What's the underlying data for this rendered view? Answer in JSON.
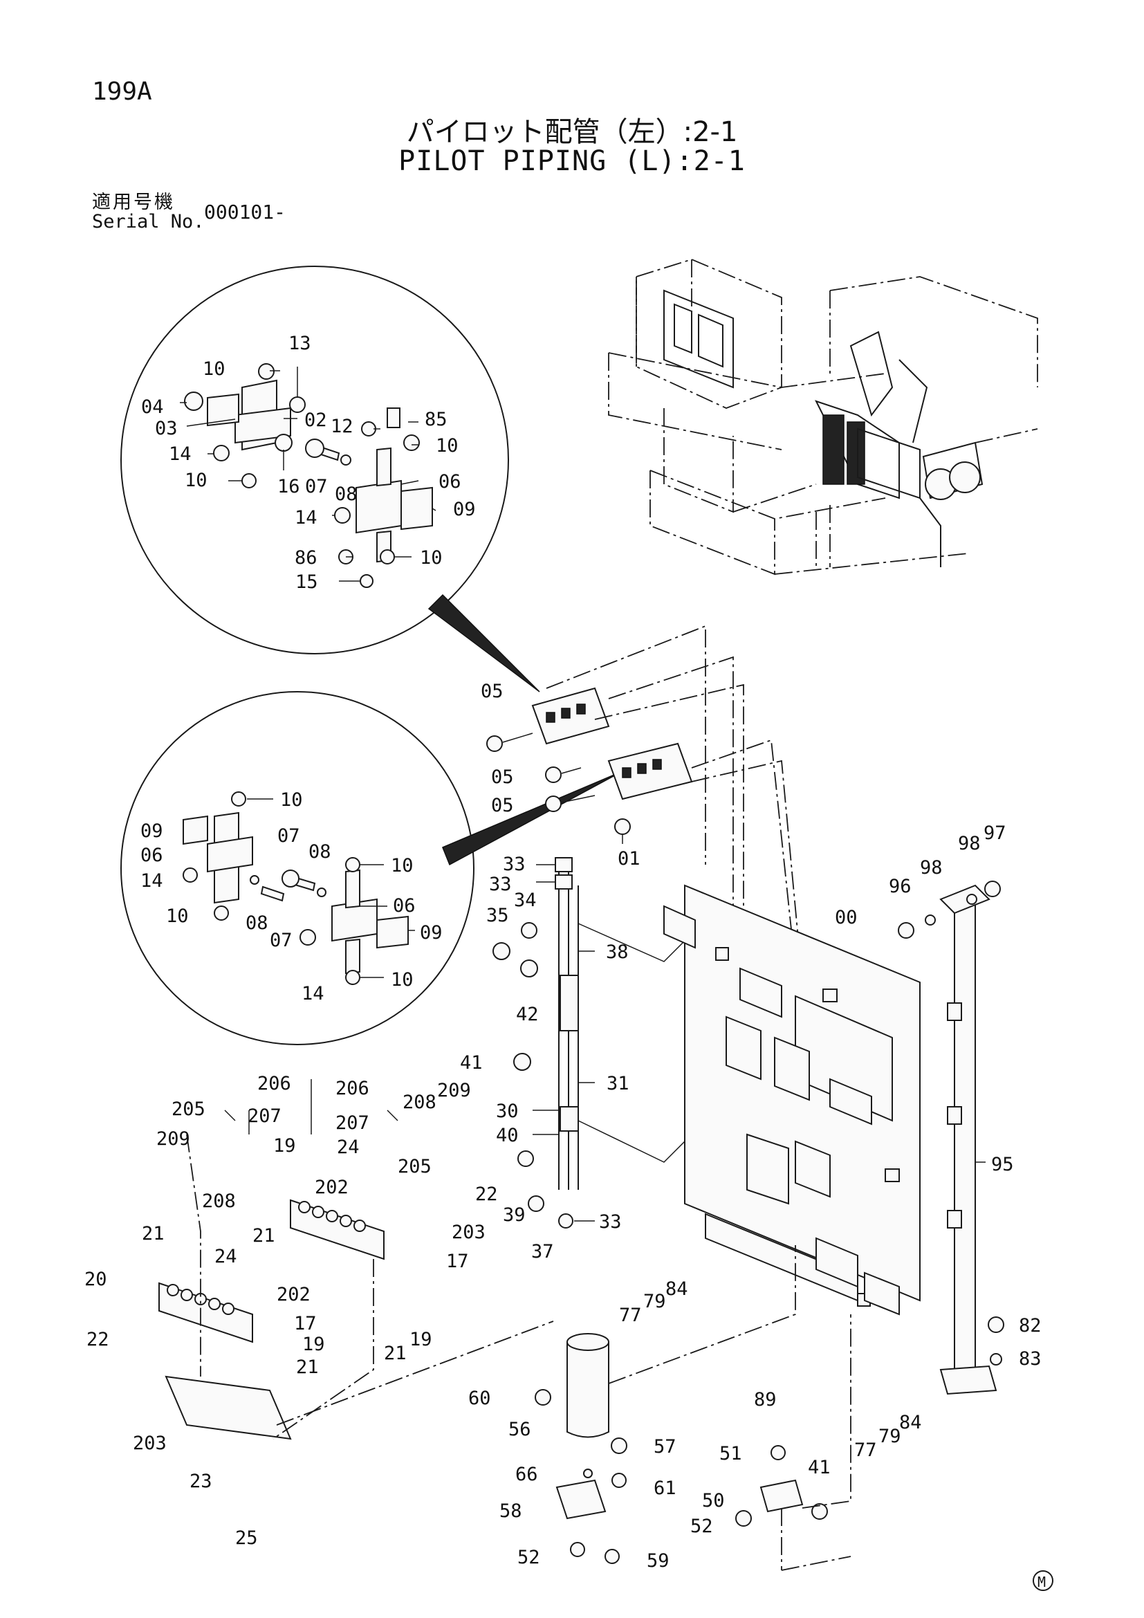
{
  "header": {
    "page_code": "199A",
    "title_jp": "パイロット配管（左）:2-1",
    "title_en": "PILOT PIPING (L):2-1",
    "serial_label_jp": "適用号機",
    "serial_label_en": "Serial No.",
    "serial_value": "000101-"
  },
  "footer": {
    "mark": "M"
  },
  "detail_upper_labels": [
    "13",
    "10",
    "04",
    "03",
    "02",
    "14",
    "10",
    "16",
    "07",
    "12",
    "85",
    "10",
    "08",
    "06",
    "14",
    "09",
    "86",
    "10",
    "15"
  ],
  "detail_lower_labels": [
    "10",
    "09",
    "06",
    "07",
    "08",
    "10",
    "14",
    "10",
    "08",
    "07",
    "06",
    "09",
    "14",
    "10"
  ],
  "main_labels": [
    "05",
    "05",
    "05",
    "01",
    "33",
    "33",
    "34",
    "35",
    "38",
    "42",
    "41",
    "31",
    "30",
    "40",
    "39",
    "37",
    "33",
    "00",
    "96",
    "98",
    "98",
    "97",
    "95",
    "206",
    "205",
    "207",
    "209",
    "208",
    "206",
    "208",
    "207",
    "205",
    "209",
    "19",
    "24",
    "202",
    "22",
    "21",
    "203",
    "17",
    "21",
    "24",
    "20",
    "202",
    "17",
    "22",
    "19",
    "21",
    "21",
    "19",
    "203",
    "23",
    "25",
    "77",
    "79",
    "84",
    "89",
    "82",
    "83",
    "60",
    "56",
    "57",
    "66",
    "61",
    "58",
    "52",
    "59",
    "51",
    "41",
    "50",
    "52",
    "77",
    "79",
    "84"
  ]
}
